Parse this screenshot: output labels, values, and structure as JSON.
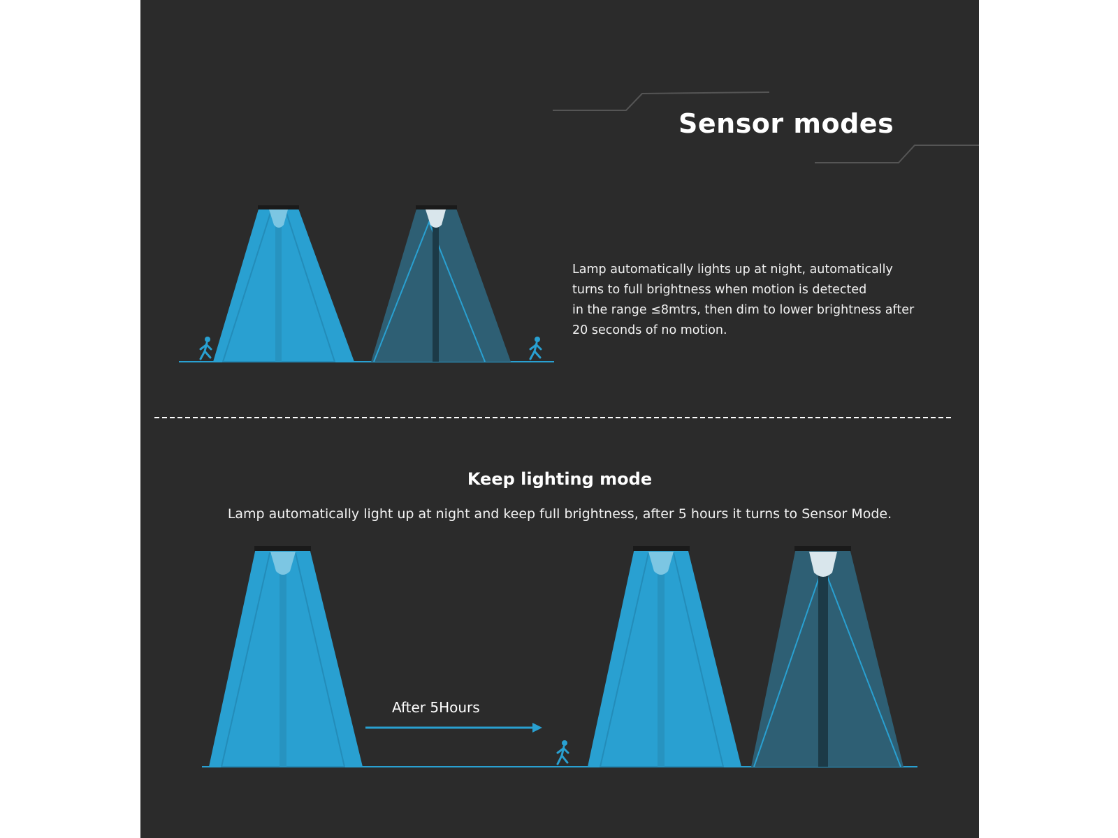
{
  "sensor_modes": {
    "title": "Sensor modes",
    "description_lines": [
      "Lamp automatically lights up at night, automatically",
      "turns to full brightness when motion is detected",
      "in the range ≤8mtrs, then dim to lower brightness after",
      "20 seconds of no motion."
    ]
  },
  "keep_lighting_mode": {
    "title": "Keep lighting mode",
    "description": "Lamp automatically light up at night and keep full brightness, after 5 hours it turns to Sensor Mode.",
    "arrow_label": "After 5Hours"
  },
  "colors": {
    "background": "#2b2b2b",
    "bright_beam": "#29a0d1",
    "dim_beam": "#2e5f74",
    "accent": "#29a0d1"
  },
  "icons": [
    "running-person-icon",
    "lamp-head-icon",
    "right-arrow-icon"
  ]
}
